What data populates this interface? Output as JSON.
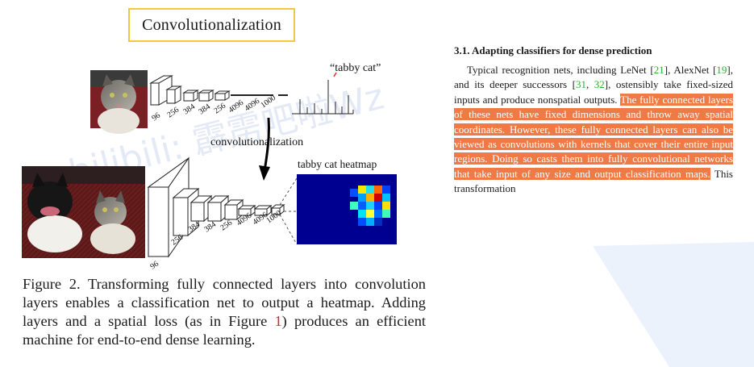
{
  "title_box": "Convolutionalization",
  "figure": {
    "top_labels": [
      "96",
      "256",
      "384",
      "384",
      "256",
      "4096",
      "4096",
      "1000"
    ],
    "bottom_labels": [
      "96",
      "256",
      "384",
      "384",
      "256",
      "4096",
      "4096",
      "1000"
    ],
    "prediction": "“tabby cat”",
    "arrow_label": "convolutionalization",
    "heatmap_title": "tabby cat heatmap",
    "watermark": "bilibili: 霹雳吧啦Wz"
  },
  "caption": {
    "pre": "Figure 2.   Transforming fully connected layers into convolution layers enables a classification net to output a heatmap.  Adding layers and a spatial loss (as in Figure ",
    "ref": "1",
    "post": ") produces an efficient machine for end-to-end dense learning."
  },
  "section": {
    "heading": "3.1. Adapting classifiers for dense prediction",
    "t1": "Typical recognition nets, including LeNet [",
    "c1": "21",
    "t2": "], AlexNet [",
    "c2": "19",
    "t3": "], and its deeper successors [",
    "c3": "31",
    "t4": ", ",
    "c4": "32",
    "t5": "], ostensibly take fixed-sized inputs and produce nonspatial outputs. ",
    "highlight": "The fully connected layers of these nets have fixed dimensions and throw away spatial coordinates. However, these fully connected layers can also be viewed as convolutions with kernels that cover their entire input regions.  Doing so casts them into fully convolutional networks that take input of any size and output classification maps.",
    "tail": " This transformation"
  },
  "colors": {
    "highlight": "#f07a45",
    "cite": "#2eae2e",
    "ref": "#d8242c",
    "title_border": "#f2c744"
  }
}
